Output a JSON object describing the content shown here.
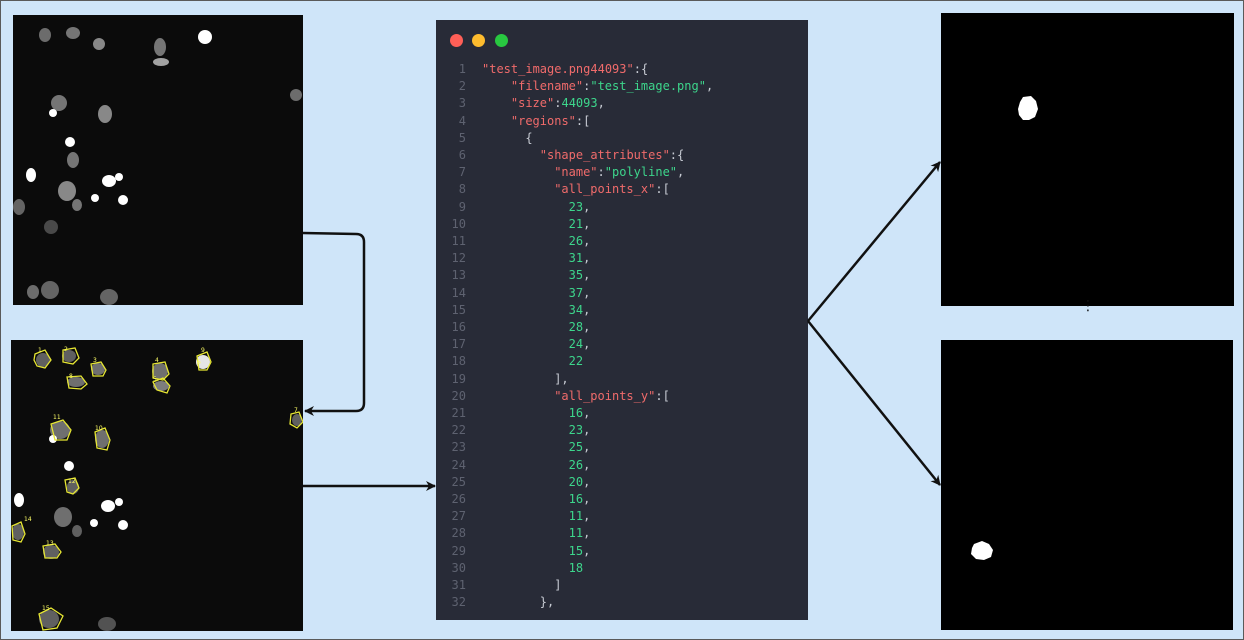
{
  "colors": {
    "background": "#cfe5f9",
    "editor_bg": "#282b37",
    "json_key": "#f06b6b",
    "json_value": "#3dd68c",
    "annotation_outline": "#e6e633"
  },
  "annotations": {
    "labels": [
      "1",
      "2",
      "3",
      "4",
      "5",
      "6",
      "7",
      "8",
      "9",
      "10",
      "11",
      "12",
      "13",
      "14",
      "15"
    ]
  },
  "code": {
    "lines": [
      {
        "n": "1",
        "indent": 0,
        "key": "\"test_image.png44093\"",
        "punct": ":{"
      },
      {
        "n": "2",
        "indent": 8,
        "key": "\"filename\"",
        "punct": ":",
        "str": "\"test_image.png\"",
        "tail": ","
      },
      {
        "n": "3",
        "indent": 8,
        "key": "\"size\"",
        "punct": ":",
        "num": "44093",
        "tail": ","
      },
      {
        "n": "4",
        "indent": 8,
        "key": "\"regions\"",
        "punct": ":["
      },
      {
        "n": "5",
        "indent": 12,
        "punct": "{"
      },
      {
        "n": "6",
        "indent": 16,
        "key": "\"shape_attributes\"",
        "punct": ":{"
      },
      {
        "n": "7",
        "indent": 20,
        "key": "\"name\"",
        "punct": ":",
        "str": "\"polyline\"",
        "tail": ","
      },
      {
        "n": "8",
        "indent": 20,
        "key": "\"all_points_x\"",
        "punct": ":["
      },
      {
        "n": "9",
        "indent": 24,
        "num": "23",
        "tail": ","
      },
      {
        "n": "10",
        "indent": 24,
        "num": "21",
        "tail": ","
      },
      {
        "n": "11",
        "indent": 24,
        "num": "26",
        "tail": ","
      },
      {
        "n": "12",
        "indent": 24,
        "num": "31",
        "tail": ","
      },
      {
        "n": "13",
        "indent": 24,
        "num": "35",
        "tail": ","
      },
      {
        "n": "14",
        "indent": 24,
        "num": "37",
        "tail": ","
      },
      {
        "n": "15",
        "indent": 24,
        "num": "34",
        "tail": ","
      },
      {
        "n": "16",
        "indent": 24,
        "num": "28",
        "tail": ","
      },
      {
        "n": "17",
        "indent": 24,
        "num": "24",
        "tail": ","
      },
      {
        "n": "18",
        "indent": 24,
        "num": "22"
      },
      {
        "n": "19",
        "indent": 20,
        "punct": "],"
      },
      {
        "n": "20",
        "indent": 20,
        "key": "\"all_points_y\"",
        "punct": ":["
      },
      {
        "n": "21",
        "indent": 24,
        "num": "16",
        "tail": ","
      },
      {
        "n": "22",
        "indent": 24,
        "num": "23",
        "tail": ","
      },
      {
        "n": "23",
        "indent": 24,
        "num": "25",
        "tail": ","
      },
      {
        "n": "24",
        "indent": 24,
        "num": "26",
        "tail": ","
      },
      {
        "n": "25",
        "indent": 24,
        "num": "20",
        "tail": ","
      },
      {
        "n": "26",
        "indent": 24,
        "num": "16",
        "tail": ","
      },
      {
        "n": "27",
        "indent": 24,
        "num": "11",
        "tail": ","
      },
      {
        "n": "28",
        "indent": 24,
        "num": "11",
        "tail": ","
      },
      {
        "n": "29",
        "indent": 24,
        "num": "15",
        "tail": ","
      },
      {
        "n": "30",
        "indent": 24,
        "num": "18"
      },
      {
        "n": "31",
        "indent": 20,
        "punct": "]"
      },
      {
        "n": "32",
        "indent": 16,
        "punct": "},"
      }
    ]
  },
  "ellipsis": "⋮"
}
